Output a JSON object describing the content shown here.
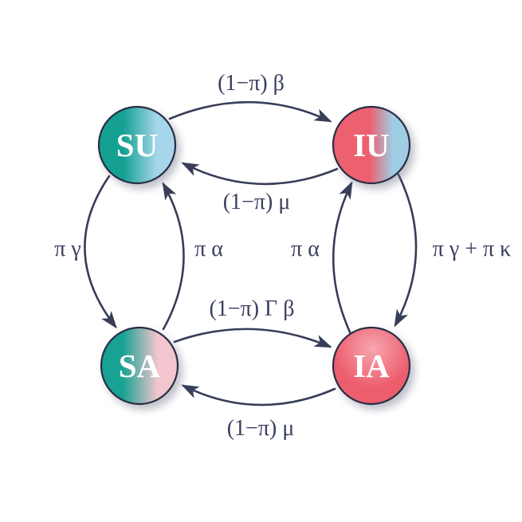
{
  "diagram": {
    "background_color": "#ffffff",
    "arrow_color": "#383d58",
    "label_color": "#3a3f5e",
    "node_border_color": "#2b2e44",
    "node_text_color": "#ffffff",
    "nodes": [
      {
        "id": "SU",
        "label": "SU",
        "gradient_start": "#14a192",
        "gradient_end": "#a6d6e9"
      },
      {
        "id": "IU",
        "label": "IU",
        "gradient_start": "#ed6070",
        "gradient_end": "#9fcde3"
      },
      {
        "id": "SA",
        "label": "SA",
        "gradient_start": "#17a293",
        "gradient_end": "#f3c5ce"
      },
      {
        "id": "IA",
        "label": "IA",
        "gradient_start": "#f7a6af",
        "gradient_end": "#ec5e6e"
      }
    ],
    "edges": [
      {
        "from": "SU",
        "to": "IU",
        "label": "(1−π) β"
      },
      {
        "from": "IU",
        "to": "SU",
        "label": "(1−π) μ"
      },
      {
        "from": "SU",
        "to": "SA",
        "label": "π γ"
      },
      {
        "from": "SA",
        "to": "SU",
        "label": "π α"
      },
      {
        "from": "IU",
        "to": "IA",
        "label": "π γ + π κ"
      },
      {
        "from": "IA",
        "to": "IU",
        "label": "π α"
      },
      {
        "from": "SA",
        "to": "IA",
        "label": "(1−π) Γ β"
      },
      {
        "from": "IA",
        "to": "SA",
        "label": "(1−π) μ"
      }
    ]
  }
}
